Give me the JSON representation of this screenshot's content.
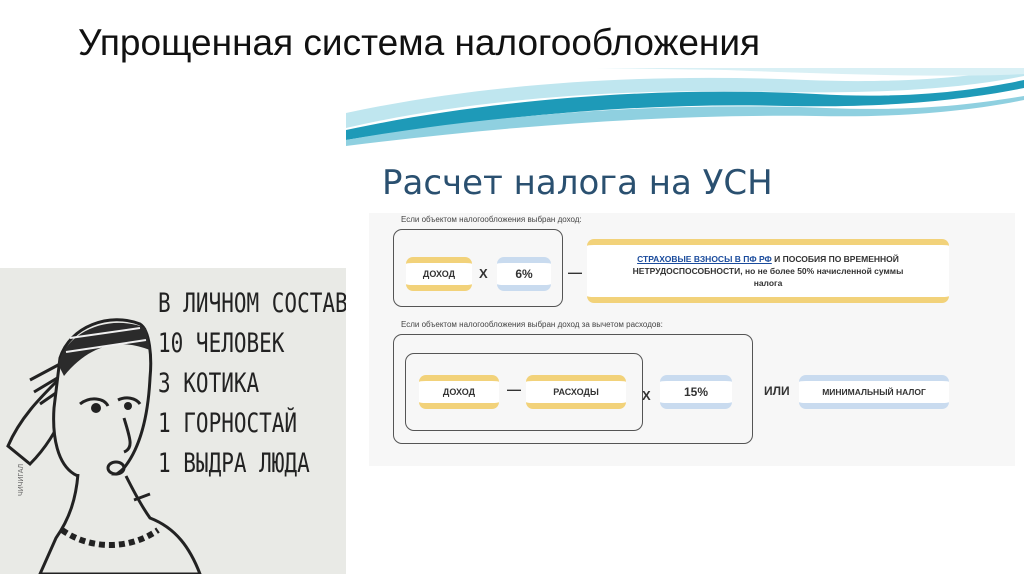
{
  "slide_title": "Упрощенная система налогообложения",
  "image": {
    "heading": "Расчет налога на УСН",
    "case1": {
      "caption": "Если объектом налогообложения выбран доход:",
      "income": "ДОХОД",
      "times": "X",
      "rate": "6%",
      "minus": "—",
      "deduction_line1_link": "СТРАХОВЫЕ ВЗНОСЫ В ПФ РФ",
      "deduction_line1_rest": " И ПОСОБИЯ ПО ВРЕМЕННОЙ",
      "deduction_line2": "НЕТРУДОСПОСОБНОСТИ, но не более 50% начисленной суммы",
      "deduction_line3": "налога"
    },
    "case2": {
      "caption": "Если объектом налогообложения выбран доход за вычетом расходов:",
      "income": "ДОХОД",
      "minus": "—",
      "expenses": "РАСХОДЫ",
      "times": "X",
      "rate": "15%",
      "or": "ИЛИ",
      "min_tax": "МИНИМАЛЬНЫЙ НАЛОГ"
    }
  },
  "cartoon": {
    "lines": [
      "В ЛИЧНОМ СОСТАВЕ:",
      "10 ЧЕЛОВЕК",
      "3 КОТИКА",
      "1 ГОРНОСТАЙ",
      "1 ВЫДРА ЛЮДА"
    ],
    "signature": "ЧИЧИГАЛ"
  },
  "colors": {
    "heading": "#2a5070",
    "wave_dark": "#1e9ab8",
    "wave_light": "#bfe6ef",
    "yellow_band": "#f2d27a",
    "blue_band": "#c9dbef",
    "cartoon_bg": "#e9eae6"
  }
}
